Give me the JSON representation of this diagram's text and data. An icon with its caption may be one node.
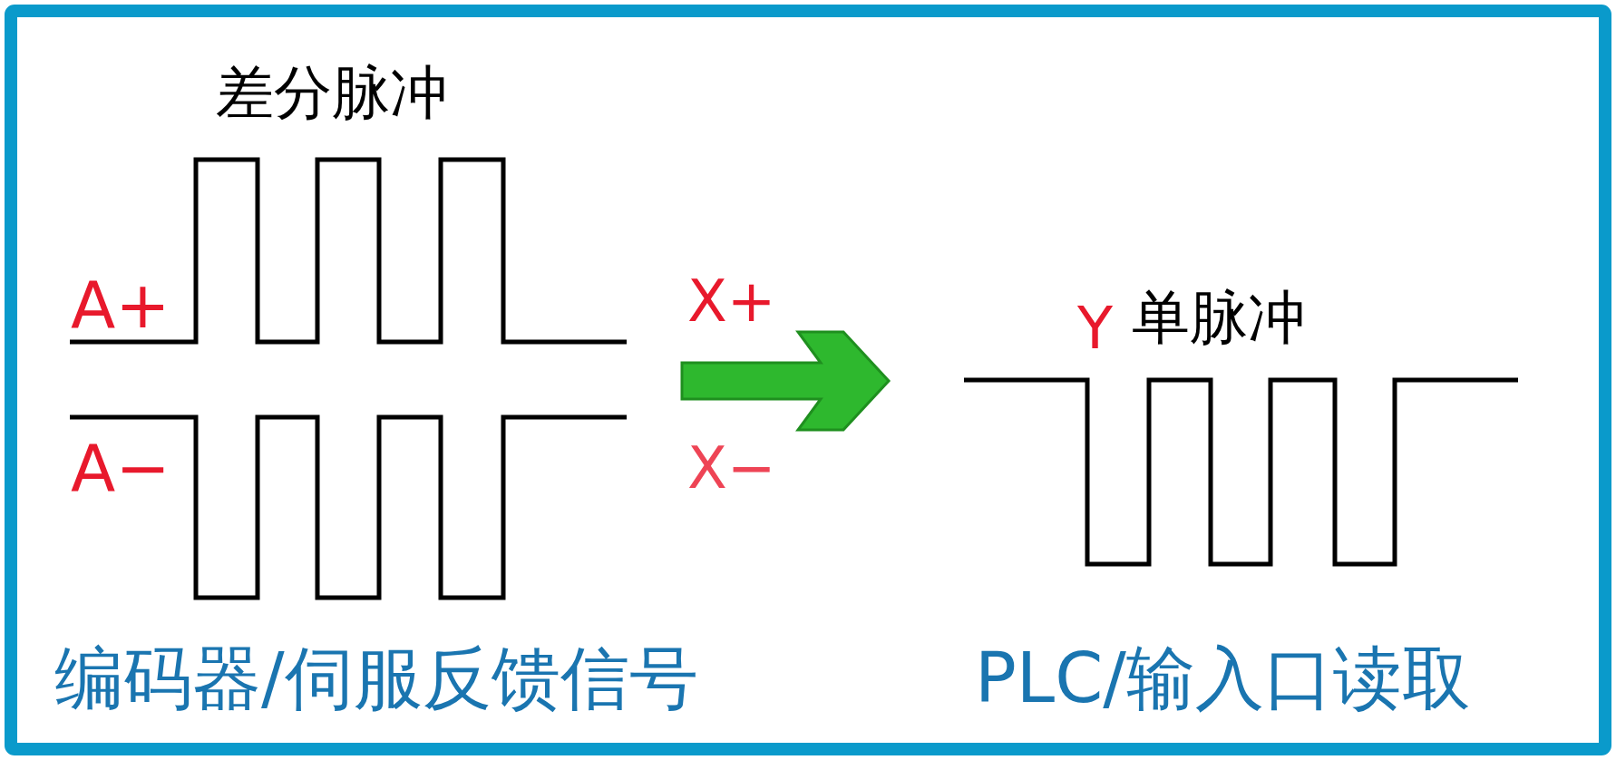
{
  "diagram": {
    "labels": [
      "差分脉冲",
      "A+",
      "A−",
      "X+",
      "X−",
      "Y",
      "单脉冲",
      "编码器/伺服反馈信号",
      "PLC/输入口读取"
    ]
  }
}
